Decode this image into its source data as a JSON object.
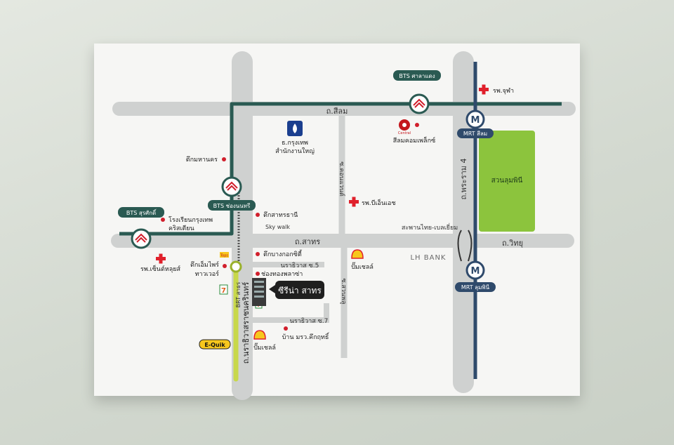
{
  "colors": {
    "road": "#cfd1d0",
    "bts_line": "#2a5a52",
    "mrt_line": "#2f4a6b",
    "brt_line": "#c8d84a",
    "park": "#8cc43d",
    "poi_dot": "#d11f2c",
    "hospital": "#e0202b",
    "label_bg": "#2a5a52",
    "mrt_label_bg": "#2f4a6b",
    "project_label_bg": "#1f1f1f"
  },
  "roads": {
    "silom": "ถ.สีลม",
    "sathorn": "ถ.สาทร",
    "rama4": "ถ.พระราม 4",
    "witthayu": "ถ.วิทยุ",
    "convent": "ซ.คอนแวนต์",
    "narathiwat": "ถ.นราธิวาสราชนครินทร์",
    "suan_phlu": "ซ.สวนพลู",
    "narathiwat_5": "นราธิวาส ซ.5",
    "narathiwat_7": "นราธิวาส ซ.7",
    "bridge": "สะพานไทย-เบลเยี่ยม",
    "skywalk": "Sky walk",
    "brt": "BRT สาธร"
  },
  "stations": {
    "bts_sala_daeng": "BTS ศาลาแดง",
    "bts_chong_nonsi": "BTS ช่องนนทรี",
    "bts_surasak": "BTS สุรศักดิ์",
    "mrt_silom": "MRT สีลม",
    "mrt_lumphini": "MRT ลุมพินี",
    "bts_logo": "BTS",
    "mrt_logo": "M"
  },
  "places": {
    "chula_hospital": "รพ.จุฬา",
    "bangkok_bank_1": "ธ.กรุงเทพ",
    "bangkok_bank_2": "สำนักงานใหญ่",
    "central_logo": "Central",
    "silom_complex": "สีลมคอมเพล็กซ์",
    "mahanakhon": "ตึกมหานคร",
    "park": "สวนลุมพินี",
    "bnh_hospital": "รพ.บีเอ็นเอช",
    "sathorn_thani": "ตึกสาทรธานี",
    "bcc_1": "โรงเรียนกรุงเทพ",
    "bcc_2": "คริสเตียน",
    "st_louis": "รพ.เซ็นต์หลุยส์",
    "bangkok_city": "ตึกบางกอกซิตี้",
    "chong_thong": "ช่องทองพลาซ่า",
    "aia_1": "ตึกเอ็มไพร์",
    "aia_2": "ทาวเวอร์",
    "shell_1": "ปั๊มเชลล์",
    "shell_2": "ปั๊มเชลล์",
    "lh_bank": "LH BANK",
    "ban_mrw": "บ้าน มรว.คึกฤทธิ์",
    "project": "ซีรีน่า สาทร",
    "equik": "E-Quik",
    "seven": "7",
    "topsel": "Tops"
  }
}
